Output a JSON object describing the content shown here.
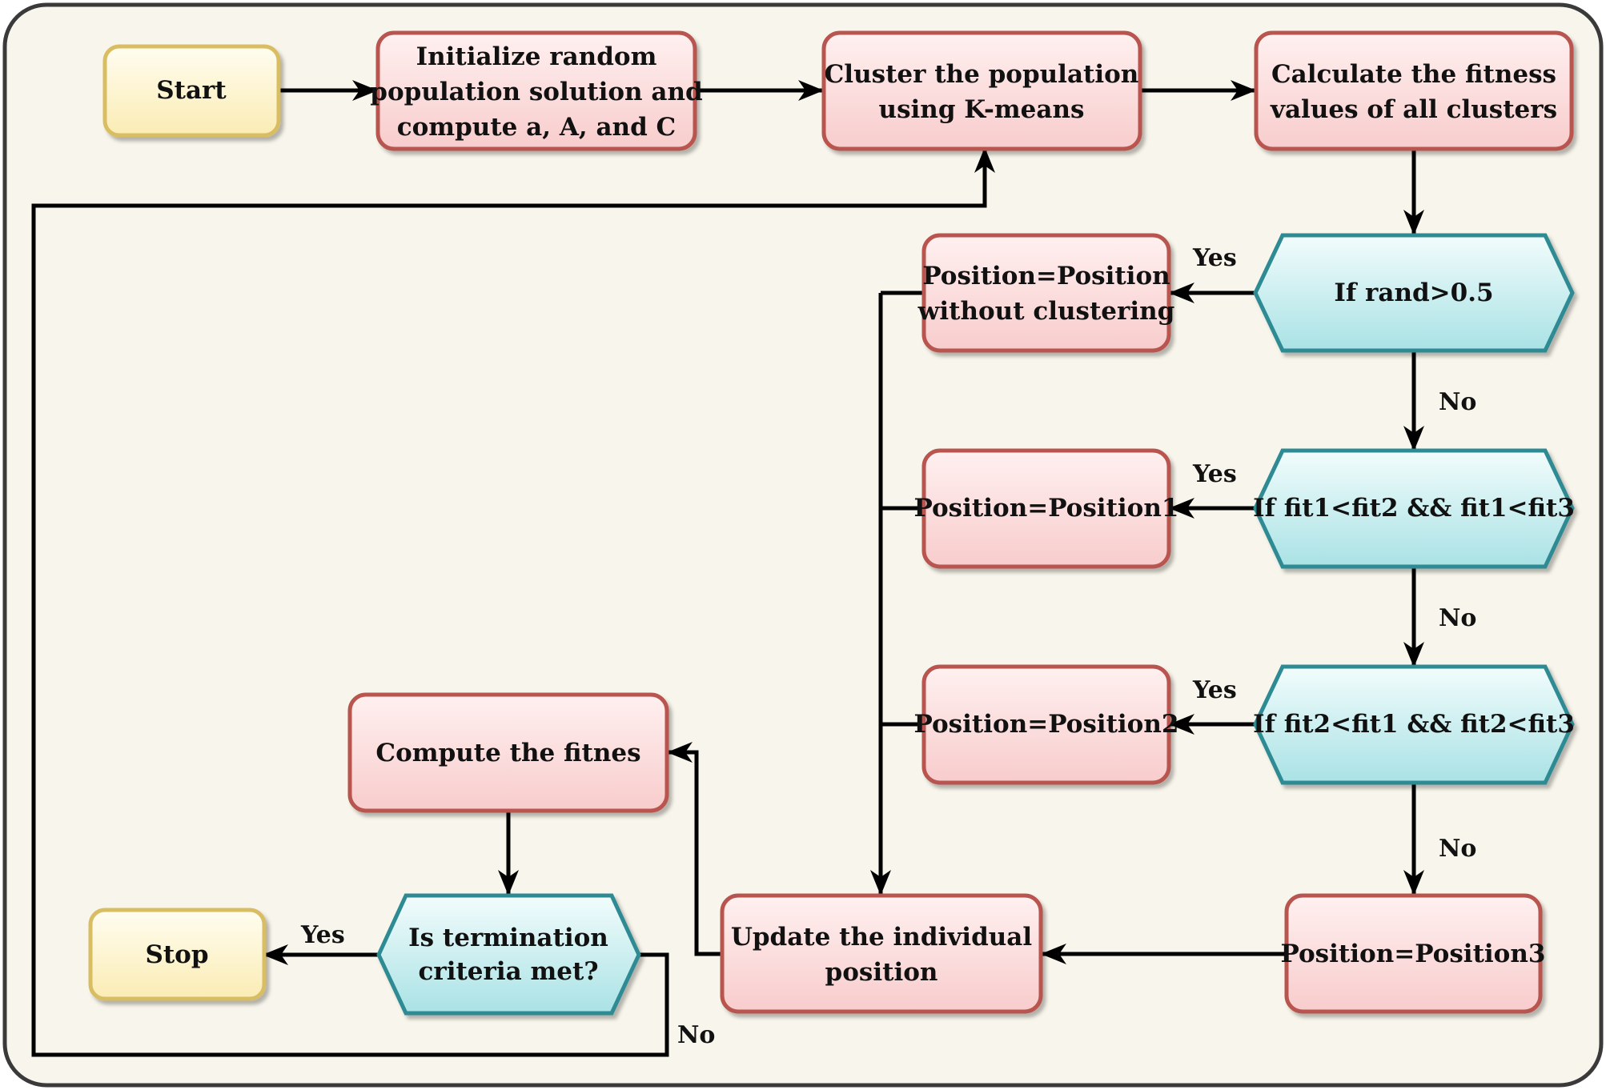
{
  "nodes": {
    "start": {
      "label": "Start"
    },
    "init": {
      "lines": [
        "Initialize random",
        "population solution and",
        "compute a, A, and C"
      ]
    },
    "cluster": {
      "lines": [
        "Cluster the population",
        "using K-means"
      ]
    },
    "fitness_clusters": {
      "lines": [
        "Calculate the fitness",
        "values of all clusters"
      ]
    },
    "if_rand": {
      "label": "If rand>0.5"
    },
    "pos_no_cluster": {
      "lines": [
        "Position=Position",
        "without clustering"
      ]
    },
    "if_fit1": {
      "label": "If fit1<fit2 && fit1<fit3"
    },
    "pos1": {
      "label": "Position=Position1"
    },
    "if_fit2": {
      "label": "If fit2<fit1 && fit2<fit3"
    },
    "pos2": {
      "label": "Position=Position2"
    },
    "pos3": {
      "label": "Position=Position3"
    },
    "update": {
      "lines": [
        "Update the individual",
        "position"
      ]
    },
    "compute_fitnes": {
      "label": "Compute the fitnes"
    },
    "termination": {
      "lines": [
        "Is termination",
        "criteria met?"
      ]
    },
    "stop": {
      "label": "Stop"
    }
  },
  "edge_labels": {
    "rand_yes": "Yes",
    "rand_no": "No",
    "fit1_yes": "Yes",
    "fit1_no": "No",
    "fit2_yes": "Yes",
    "fit2_no": "No",
    "term_yes": "Yes",
    "term_no": "No"
  },
  "colors": {
    "terminal_fill_top": "#fffdf0",
    "terminal_fill_bottom": "#fbecb4",
    "terminal_stroke": "#d9bd62",
    "process_fill_top": "#fff0f0",
    "process_fill_bottom": "#f8cccc",
    "process_stroke": "#b85450",
    "decision_fill_top": "#f2fcfc",
    "decision_fill_bottom": "#a9e2e5",
    "decision_stroke": "#2e8a93",
    "frame_fill": "#f8f6ec",
    "frame_stroke": "#3a3a3a",
    "connector": "#000000"
  }
}
